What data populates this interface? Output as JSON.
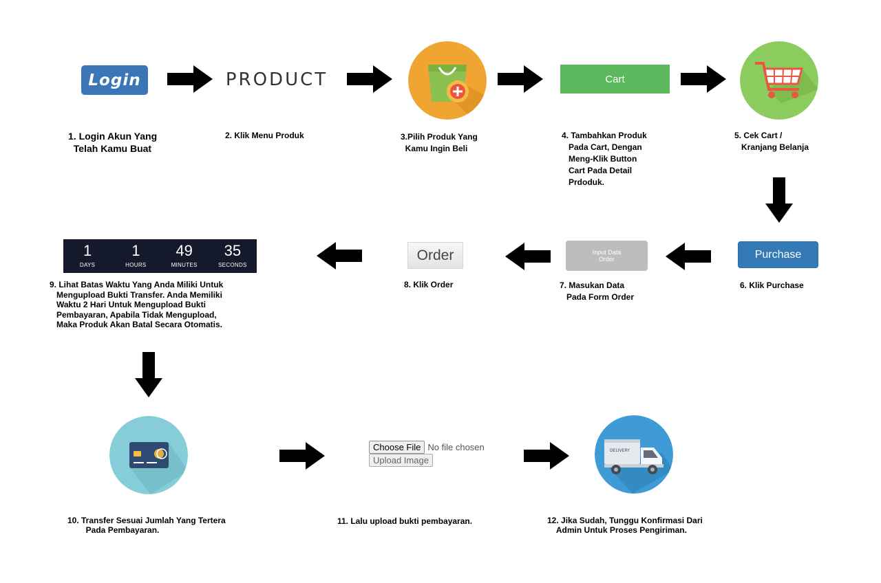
{
  "steps": {
    "s1": {
      "label": "Login",
      "caption": "1. Login Akun Yang\n  Telah Kamu Buat"
    },
    "s2": {
      "label": "PRODUCT",
      "caption": "2. Klik Menu Produk"
    },
    "s3": {
      "caption": "3.Pilih Produk Yang\n  Kamu Ingin Beli"
    },
    "s4": {
      "label": "Cart",
      "caption": "4. Tambahkan Produk\n   Pada Cart, Dengan\n   Meng-Klik Button\n   Cart Pada Detail\n   Prdoduk."
    },
    "s5": {
      "caption": "5. Cek Cart /\n   Kranjang Belanja"
    },
    "s6": {
      "label": "Purchase",
      "caption": "6. Klik Purchase"
    },
    "s7": {
      "label_line1": "Input Data",
      "label_line2": "Order",
      "caption": "7. Masukan Data\n   Pada Form Order"
    },
    "s8": {
      "label": "Order",
      "caption": "8. Klik Order"
    },
    "s9": {
      "caption": "9. Lihat Batas Waktu Yang Anda Miliki Untuk\n   Mengupload Bukti Transfer. Anda Memiliki\n   Waktu 2 Hari Untuk Mengupload Bukti\n   Pembayaran, Apabila Tidak Mengupload,\n   Maka Produk Akan Batal Secara Otomatis.",
      "timer": [
        {
          "value": "1",
          "unit": "DAYS"
        },
        {
          "value": "1",
          "unit": "HOURS"
        },
        {
          "value": "49",
          "unit": "MINUTES"
        },
        {
          "value": "35",
          "unit": "SECONDS"
        }
      ]
    },
    "s10": {
      "caption": "10. Transfer Sesuai Jumlah Yang Tertera\n        Pada Pembayaran."
    },
    "s11": {
      "choose_label": "Choose File",
      "no_file_text": "No file chosen",
      "upload_label": "Upload Image",
      "caption": "11. Lalu upload bukti pembayaran."
    },
    "s12": {
      "truck_label": "DELIVERY",
      "caption": "12. Jika Sudah, Tunggu Konfirmasi Dari\n    Admin Untuk Proses Pengiriman."
    }
  },
  "colors": {
    "login_blue": "#3b76b7",
    "cart_green": "#5cb85c",
    "purchase_blue": "#337ab7",
    "timer_bg": "#141a2b",
    "bag_circle": "#f0a532",
    "cart_circle": "#8ccb5e",
    "card_circle": "#86cdd9",
    "delivery_circle": "#3e9bd5"
  },
  "icons": [
    "shopping-bag-icon",
    "shopping-cart-icon",
    "credit-card-icon",
    "delivery-truck-icon",
    "right-arrow-icon",
    "left-arrow-icon",
    "down-arrow-icon"
  ]
}
